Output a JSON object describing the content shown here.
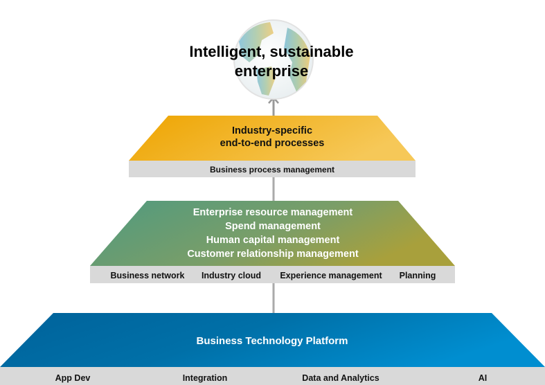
{
  "goal": {
    "line1": "Intelligent, sustainable",
    "line2": "enterprise"
  },
  "tier_top": {
    "line1": "Industry-specific",
    "line2": "end-to-end processes",
    "bar_label": "Business process management"
  },
  "tier_middle": {
    "lines": [
      "Enterprise resource management",
      "Spend management",
      "Human capital management",
      "Customer relationship management"
    ],
    "bar_items": [
      "Business network",
      "Industry cloud",
      "Experience management",
      "Planning"
    ]
  },
  "tier_bottom": {
    "title": "Business Technology Platform",
    "bar_items": [
      "App Dev",
      "Integration",
      "Data and Analytics",
      "AI"
    ]
  },
  "colors": {
    "yellow": "#f0a800",
    "green": "#5a9a7a",
    "blue": "#006a9e",
    "bar": "#d9d9d9"
  }
}
